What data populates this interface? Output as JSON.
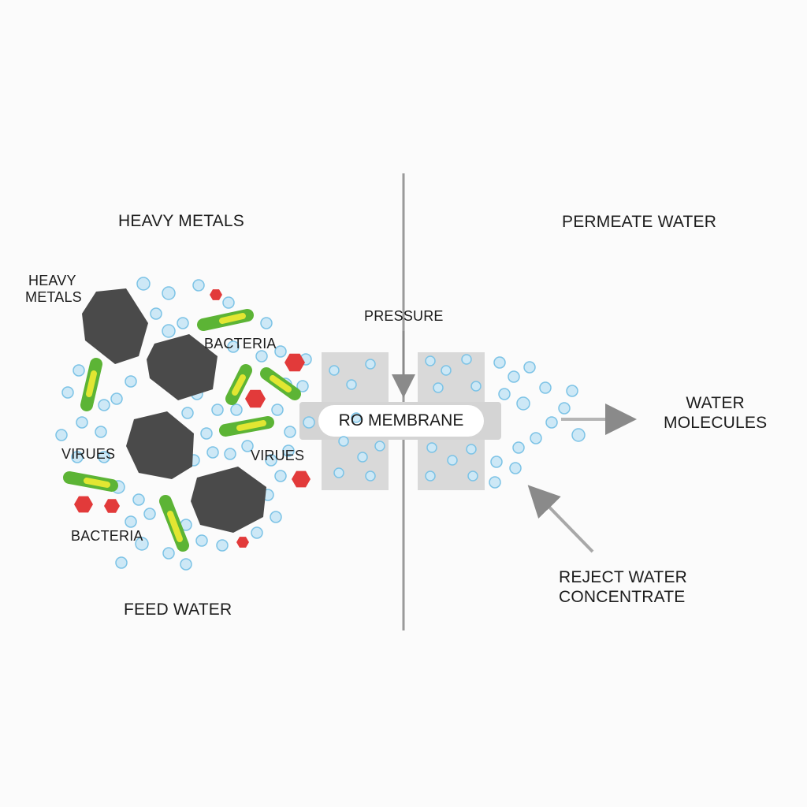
{
  "labels": {
    "heavy_metals_top": "HEAVY METALS",
    "heavy_metals_side_line1": "HEAVY",
    "heavy_metals_side_line2": "METALS",
    "bacteria_upper": "BACTERIA",
    "viruses_left": "VIRUES",
    "viruses_right": "VIRUES",
    "bacteria_lower": "BACTERIA",
    "feed_water": "FEED WATER",
    "pressure": "PRESSURE",
    "ro_membrane": "RO MEMBRANE",
    "permeate_water": "PERMEATE WATER",
    "water_molecules_line1": "WATER",
    "water_molecules_line2": "MOLECULES",
    "reject_water_line1": "REJECT WATER",
    "reject_water_line2": "CONCENTRATE"
  },
  "colors": {
    "background": "#fbfbfb",
    "water_fill": "#cde8f6",
    "water_stroke": "#7cc3e6",
    "heavy_metal": "#4a4a4a",
    "bacteria_green": "#5cb435",
    "bacteria_yellow": "#e2e632",
    "virus_red": "#e23a3a",
    "membrane_gray": "#d9d9d9",
    "arrow_gray": "#8a8a8a",
    "divider_gray": "#9a9a9a"
  }
}
